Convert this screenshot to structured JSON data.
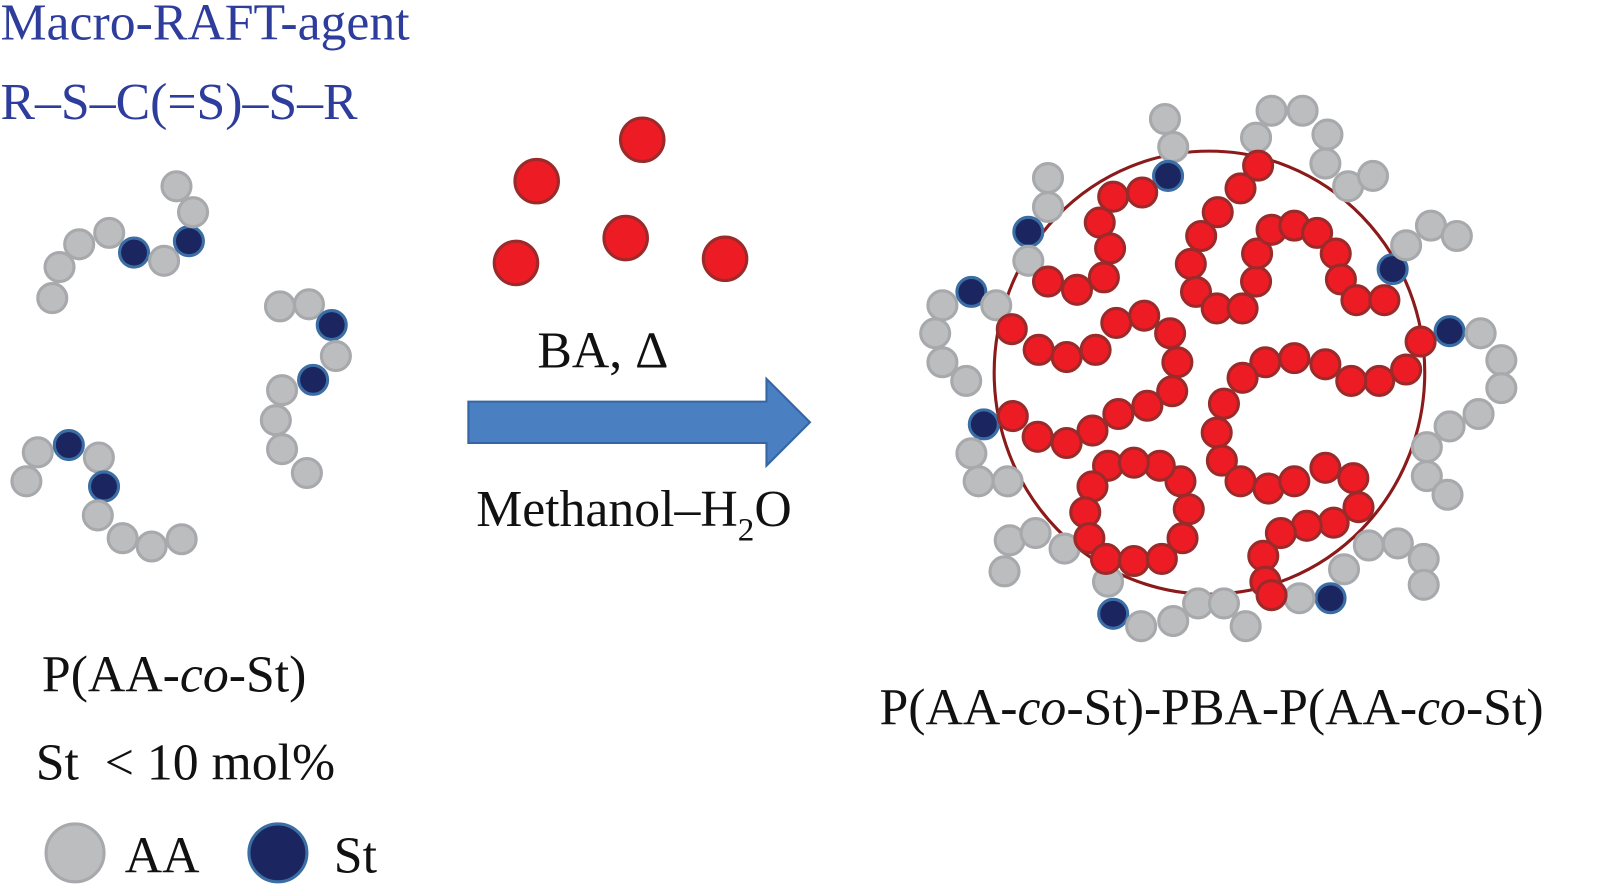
{
  "title": {
    "line1": "Macro-RAFT-agent",
    "line2": "R–S–C(=S)–S–R"
  },
  "reaction": {
    "above_arrow": "BA, Δ",
    "below_arrow_prefix": "Methanol–H",
    "below_arrow_subscript": "2",
    "below_arrow_suffix": "O"
  },
  "reactant": {
    "name_prefix": "P(AA-",
    "name_italic": "co",
    "name_suffix": "-St)",
    "composition": "St  < 10 mol%"
  },
  "legend": [
    {
      "label": "AA",
      "icon": "gray-bead-icon"
    },
    {
      "label": "St",
      "icon": "navy-bead-icon"
    }
  ],
  "product": {
    "p1": "P(AA-",
    "i1": "co",
    "p2": "-St)-PBA-P(AA-",
    "i2": "co",
    "p3": "-St)"
  },
  "colors": {
    "title_blue": "#2e3d9c",
    "aa_gray": "#bcbdbf",
    "aa_stroke": "#a7a9ac",
    "st_navy": "#1b2560",
    "st_stroke": "#3b6ea5",
    "ba_red": "#ed1c24",
    "ba_stroke": "#9b2a2a",
    "arrow_blue": "#4a7fc1",
    "particle_outline": "#8b1a1a"
  }
}
